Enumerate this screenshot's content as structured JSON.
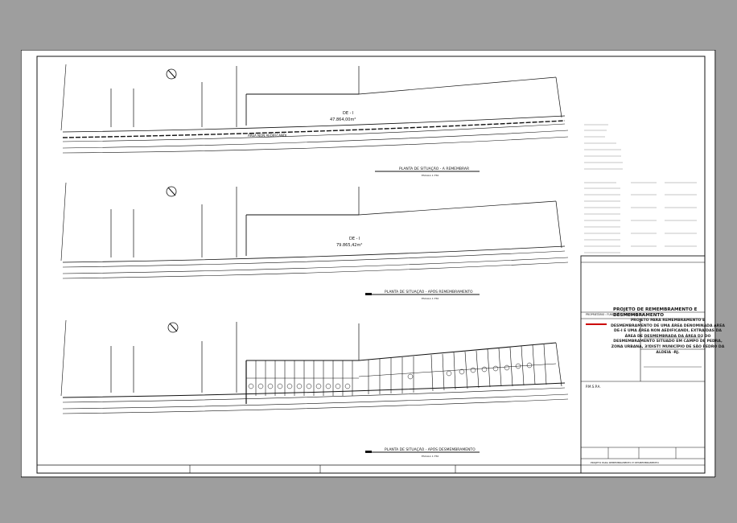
{
  "title_block": {
    "project_title": "PROJETO DE REMEMBRAMENTO E DESMEMBRAMENTO",
    "project_description": "PROJETO PARA REMEMBRAMENTO E DESMEMBRAMENTO DE UMA ÁREA DENOMINADA ÁREA DE-I E UMA ÁREA NON AEDIFICANDI, EXTRAÍDAS DA ÁREA DE DESMEMBRADA DA ÁREA D2 DO DESMEMBRAMENTO SITUADO EM CAMPO DE PEDRA, ZONA URBANA, 3ºDISTº MUNICÍPIO DE SÃO PEDRO DA ALDEIA -RJ.",
    "owner_label": "PROPRIETÁRIO : FUNDAÇÃO FLUMINENSE S.A.",
    "pmspa": "P.M.S.P.A.",
    "footer_label": "PROJETO PARA REMEMBRAMENTO E DESMEMBRAMENTO"
  },
  "views": [
    {
      "caption": "PLANTA DE SITUAÇÃO - A REMEMBRAR",
      "scale": "ESCALA 1:750",
      "area_label": "DE - I",
      "area_value": "47.864,00m²",
      "zone_label": "ÁREA NON AEDIFICANDI"
    },
    {
      "caption": "PLANTA DE SITUAÇÃO - APÓS REMEMBRAMENTO",
      "scale": "ESCALA 1:750",
      "area_label": "DE - I",
      "area_value": "79.865,42m²"
    },
    {
      "caption": "PLANTA DE SITUAÇÃO - APÓS DESMEMBRAMENTO",
      "scale": "ESCALA 1:750"
    }
  ],
  "colors": {
    "line": "#111111",
    "background": "#9e9e9e",
    "sheet": "#ffffff",
    "accent": "#cc0000"
  },
  "icons": [
    "north-arrow-icon"
  ]
}
